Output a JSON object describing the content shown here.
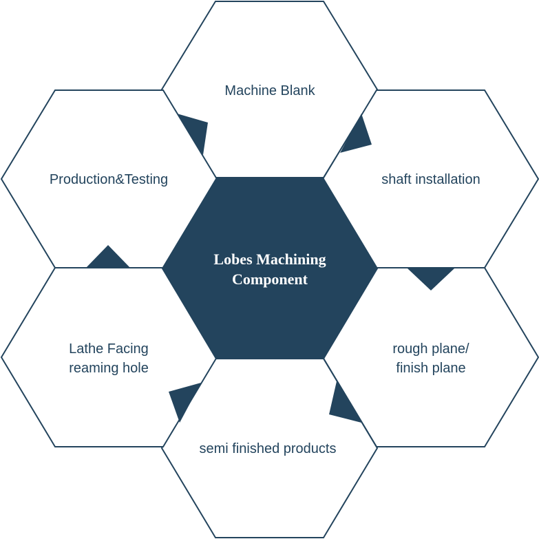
{
  "colors": {
    "accent": "#23445d",
    "background": "#ffffff"
  },
  "center": {
    "line1": "Lobes Machining",
    "line2": "Component"
  },
  "steps": {
    "machine_blank": "Machine Blank",
    "shaft_installation": "shaft installation",
    "rough_plane_line1": "rough plane/",
    "rough_plane_line2": "finish plane",
    "semi_finished": "semi finished products",
    "lathe_line1": "Lathe Facing",
    "lathe_line2": "reaming hole",
    "production_testing": "Production&Testing"
  }
}
